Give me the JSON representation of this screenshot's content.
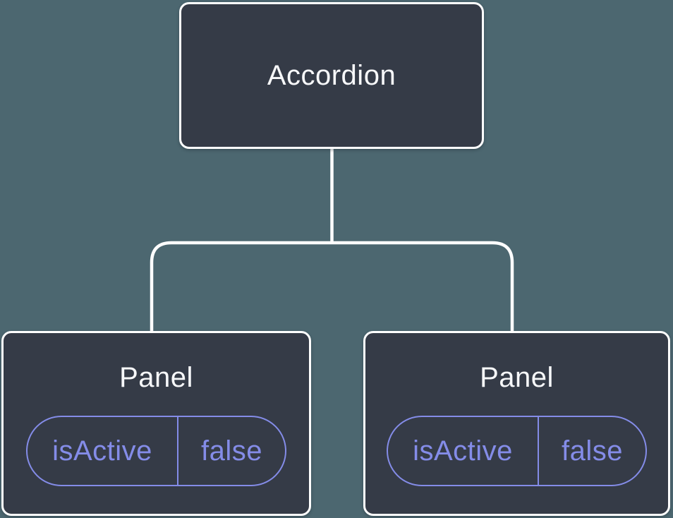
{
  "colors": {
    "background": "#4C6770",
    "node_fill": "#353B47",
    "node_border": "#FFFFFF",
    "connector": "#FFFFFF",
    "accent_purple": "#848CE8",
    "title_text": "#F7F8FA"
  },
  "tree": {
    "root": {
      "label": "Accordion"
    },
    "children": [
      {
        "label": "Panel",
        "state": {
          "key": "isActive",
          "value": "false"
        }
      },
      {
        "label": "Panel",
        "state": {
          "key": "isActive",
          "value": "false"
        }
      }
    ]
  }
}
